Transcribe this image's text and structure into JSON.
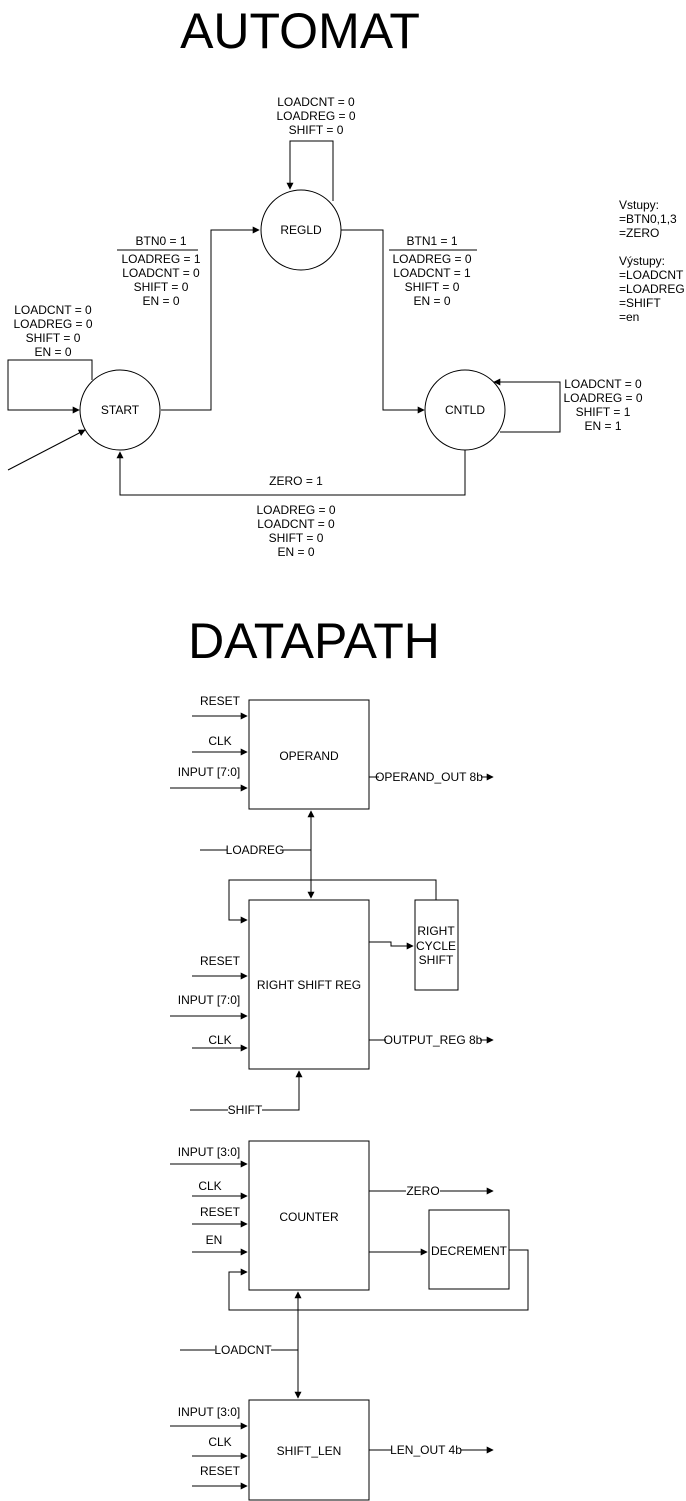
{
  "automat": {
    "title": "AUTOMAT",
    "states": {
      "regld": "REGLD",
      "start": "START",
      "cntld": "CNTLD"
    },
    "regld_loop": [
      "LOADCNT = 0",
      "LOADREG = 0",
      "SHIFT = 0"
    ],
    "start_loop": [
      "LOADCNT = 0",
      "LOADREG = 0",
      "SHIFT = 0",
      "EN = 0"
    ],
    "cntld_loop": [
      "LOADCNT = 0",
      "LOADREG = 0",
      "SHIFT = 1",
      "EN = 1"
    ],
    "start_to_regld": {
      "condition": "BTN0 = 1",
      "outputs": [
        "LOADREG = 1",
        "LOADCNT = 0",
        "SHIFT = 0",
        "EN = 0"
      ]
    },
    "regld_to_cntld": {
      "condition": "BTN1 = 1",
      "outputs": [
        "LOADREG = 0",
        "LOADCNT = 1",
        "SHIFT = 0",
        "EN = 0"
      ]
    },
    "cntld_to_start": {
      "condition": "ZERO = 1",
      "outputs": [
        "LOADREG = 0",
        "LOADCNT = 0",
        "SHIFT = 0",
        "EN = 0"
      ]
    },
    "legend": {
      "inputs_title": "Vstupy:",
      "inputs": [
        "=BTN0,1,3",
        "=ZERO"
      ],
      "outputs_title": "Výstupy:",
      "outputs": [
        "=LOADCNT",
        "=LOADREG",
        "=SHIFT",
        "=en"
      ]
    }
  },
  "datapath": {
    "title": "DATAPATH",
    "operand": {
      "name": "OPERAND",
      "inputs": [
        "RESET",
        "CLK",
        "INPUT [7:0]"
      ],
      "output": "OPERAND_OUT 8b"
    },
    "loadreg": "LOADREG",
    "shift_reg": {
      "name": "RIGHT SHIFT REG",
      "inputs": [
        "RESET",
        "INPUT [7:0]",
        "CLK"
      ],
      "output": "OUTPUT_REG 8b"
    },
    "cycle_shift": [
      "RIGHT",
      "CYCLE",
      "SHIFT"
    ],
    "shift": "SHIFT",
    "counter": {
      "name": "COUNTER",
      "inputs": [
        "INPUT [3:0]",
        "CLK",
        "RESET",
        "EN"
      ],
      "output": "ZERO"
    },
    "decrement": "DECREMENT",
    "loadcnt": "LOADCNT",
    "shift_len": {
      "name": "SHIFT_LEN",
      "inputs": [
        "INPUT [3:0]",
        "CLK",
        "RESET"
      ],
      "output": "LEN_OUT 4b"
    }
  }
}
